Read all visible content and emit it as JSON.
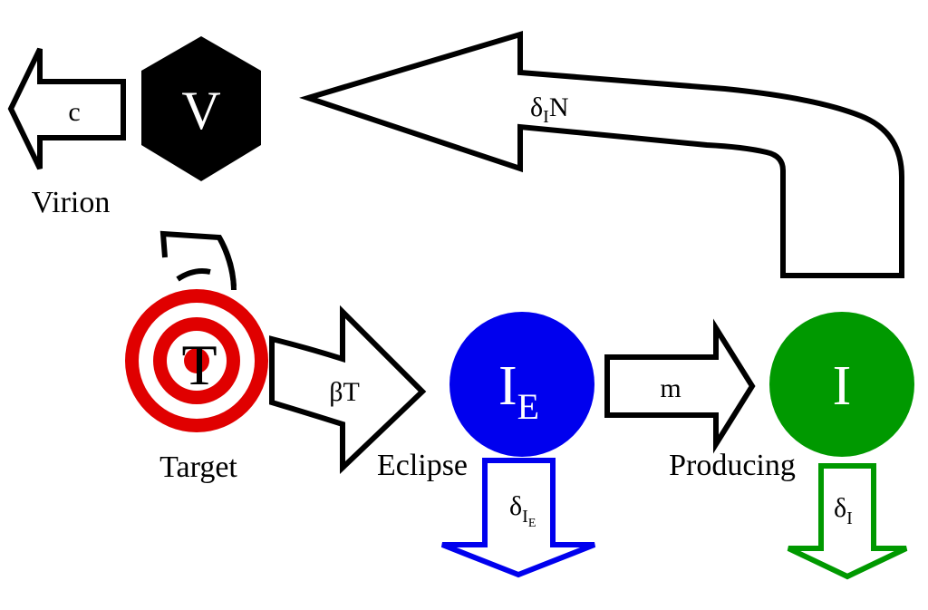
{
  "nodes": {
    "virion": {
      "symbol": "V",
      "caption": "Virion",
      "fill": "#000000",
      "text_color": "#ffffff"
    },
    "target": {
      "symbol": "T",
      "caption": "Target",
      "ring_color": "#e00000",
      "text_color": "#000000"
    },
    "eclipse": {
      "symbol_main": "I",
      "symbol_sub": "E",
      "caption": "Eclipse",
      "fill": "#0000ee",
      "text_color": "#ffffff"
    },
    "producing": {
      "symbol": "I",
      "caption": "Producing",
      "fill": "#009900",
      "text_color": "#ffffff"
    }
  },
  "arrows": {
    "clearance": {
      "label": "c",
      "color": "#000000"
    },
    "production": {
      "label_main": "δ",
      "label_sub": "I",
      "label_tail": "N",
      "color": "#000000"
    },
    "infection": {
      "label": "βT",
      "color": "#000000"
    },
    "transition": {
      "label": "m",
      "color": "#000000"
    },
    "eclipse_death": {
      "label_main": "δ",
      "label_sub": "I",
      "label_subsub": "E",
      "color": "#0000ee"
    },
    "producing_death": {
      "label_main": "δ",
      "label_sub": "I",
      "color": "#009900"
    }
  }
}
